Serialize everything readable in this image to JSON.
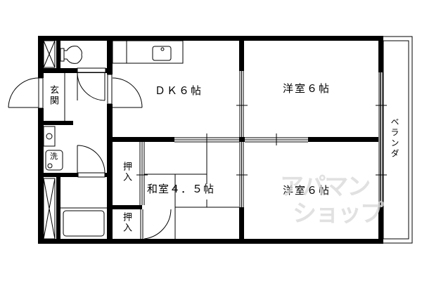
{
  "floorplan": {
    "rooms": {
      "dk": {
        "label": "ＤＫ６帖"
      },
      "western_1": {
        "label": "洋室６帖"
      },
      "western_2": {
        "label": "洋室６帖"
      },
      "japanese": {
        "label": "和室４．５帖"
      },
      "entrance": {
        "label": "玄関"
      },
      "closet_1": {
        "label": "押入"
      },
      "closet_2": {
        "label": "押入"
      },
      "washer": {
        "label": "洗"
      },
      "veranda": {
        "label": "ベランダ"
      }
    },
    "watermark": {
      "line1": "アパマン",
      "line2": "ショップ"
    },
    "colors": {
      "wall": "#000000",
      "background": "#ffffff",
      "watermark": "#d8d8d8"
    }
  }
}
